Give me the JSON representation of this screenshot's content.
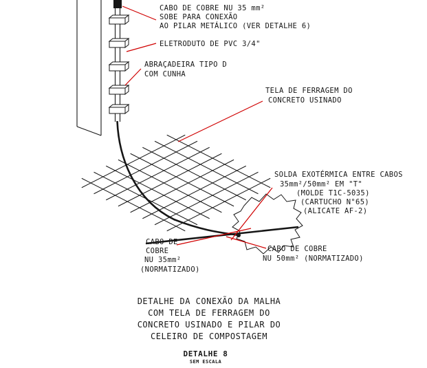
{
  "drawing": {
    "labels": {
      "riser_cable": {
        "lines": [
          "CABO DE COBRE NU 35 mm²",
          "SOBE PARA CONEXÃO",
          "AO PILAR METÁLICO (VER DETALHE 6)"
        ]
      },
      "conduit": {
        "lines": [
          "ELETRODUTO DE PVC 3/4\""
        ]
      },
      "clamp": {
        "lines": [
          "ABRAÇADEIRA TIPO D",
          "COM CUNHA"
        ]
      },
      "mesh": {
        "lines": [
          "TELA DE FERRAGEM DO",
          "CONCRETO USINADO"
        ]
      },
      "weld": {
        "lines": [
          "SOLDA EXOTÉRMICA ENTRE CABOS",
          "35mm²/50mm² EM \"T\"",
          "(MOLDE T1C-5035)",
          "(CARTUCHO N°65)",
          "(ALICATE AF-2)"
        ]
      },
      "cable35": {
        "lines": [
          "CABO DE",
          "COBRE",
          "NU 35mm²",
          "(NORMATIZADO)"
        ]
      },
      "cable50": {
        "lines": [
          "CABO DE COBRE",
          "NU 50mm² (NORMATIZADO)"
        ]
      }
    },
    "caption": {
      "lines": [
        "DETALHE DA CONEXÃO DA MALHA",
        "COM TELA DE FERRAGEM DO",
        "CONCRETO USINADO E PILAR DO",
        "CELEIRO DE COMPOSTAGEM"
      ]
    },
    "detail_number": "DETALHE 8",
    "scale_note": "SEM ESCALA",
    "colors": {
      "leader_red": "#d00000",
      "line_black": "#161616",
      "background": "#ffffff"
    }
  }
}
